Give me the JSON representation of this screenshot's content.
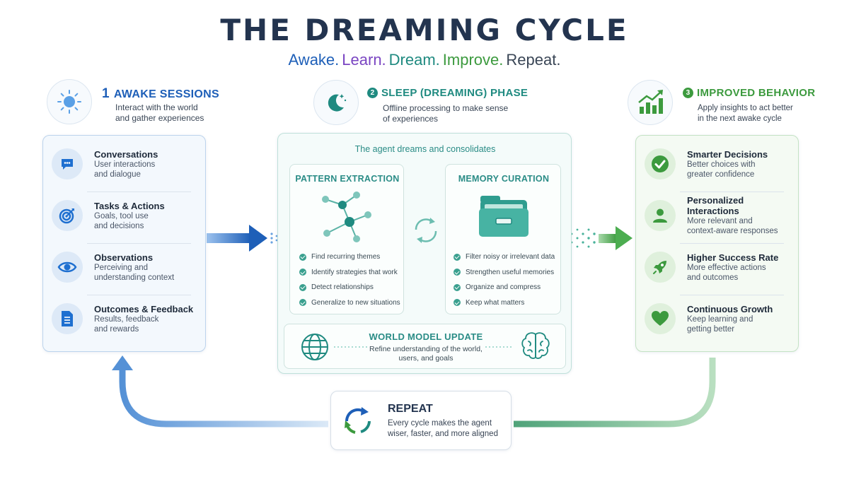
{
  "title": "THE DREAMING CYCLE",
  "subtitle": [
    {
      "text": "Awake.",
      "color": "#1e5fb8"
    },
    {
      "text": "Learn.",
      "color": "#7a45c2"
    },
    {
      "text": "Dream.",
      "color": "#1f8a80"
    },
    {
      "text": "Improve.",
      "color": "#3c9a3e"
    },
    {
      "text": "Repeat.",
      "color": "#3a4656"
    }
  ],
  "awake": {
    "number": "1",
    "heading": "AWAKE SESSIONS",
    "desc_line1": "Interact with the world",
    "desc_line2": "and gather experiences",
    "icon": "sun-icon",
    "accent": "#1e5fb8",
    "items": [
      {
        "title": "Conversations",
        "line1": "User interactions",
        "line2": "and dialogue",
        "icon": "chat-icon"
      },
      {
        "title": "Tasks & Actions",
        "line1": "Goals, tool use",
        "line2": "and decisions",
        "icon": "target-icon"
      },
      {
        "title": "Observations",
        "line1": "Perceiving and",
        "line2": "understanding context",
        "icon": "eye-icon"
      },
      {
        "title": "Outcomes & Feedback",
        "line1": "Results, feedback",
        "line2": "and rewards",
        "icon": "document-icon"
      }
    ]
  },
  "sleep": {
    "number": "2",
    "heading": "SLEEP (DREAMING) PHASE",
    "desc_line1": "Offline processing to make sense",
    "desc_line2": "of experiences",
    "icon": "moon-icon",
    "accent": "#1f8a80",
    "panel_title": "The agent dreams and consolidates",
    "pattern": {
      "title": "PATTERN EXTRACTION",
      "icon": "network-icon",
      "checks": [
        "Find recurring themes",
        "Identify strategies that work",
        "Detect relationships",
        "Generalize to new situations"
      ]
    },
    "memory": {
      "title": "MEMORY CURATION",
      "icon": "folder-icon",
      "checks": [
        "Filter noisy or irrelevant data",
        "Strengthen useful memories",
        "Organize and compress",
        "Keep what matters"
      ]
    },
    "world": {
      "title": "WORLD MODEL UPDATE",
      "line1": "Refine understanding of the world,",
      "line2": "users, and goals"
    }
  },
  "improved": {
    "number": "3",
    "heading": "IMPROVED BEHAVIOR",
    "desc_line1": "Apply insights to act better",
    "desc_line2": "in the next awake cycle",
    "icon": "growth-chart-icon",
    "accent": "#3c9a3e",
    "items": [
      {
        "title": "Smarter Decisions",
        "line1": "Better choices with",
        "line2": "greater confidence",
        "icon": "checkmark-icon"
      },
      {
        "title": "Personalized Interactions",
        "line1": "More relevant and",
        "line2": "context-aware responses",
        "icon": "person-icon"
      },
      {
        "title": "Higher Success Rate",
        "line1": "More effective actions",
        "line2": "and outcomes",
        "icon": "rocket-icon"
      },
      {
        "title": "Continuous Growth",
        "line1": "Keep learning and",
        "line2": "getting better",
        "icon": "heart-icon"
      }
    ]
  },
  "repeat": {
    "title": "REPEAT",
    "line1": "Every cycle makes the agent",
    "line2": "wiser, faster, and more aligned",
    "icon": "cycle-icon"
  }
}
